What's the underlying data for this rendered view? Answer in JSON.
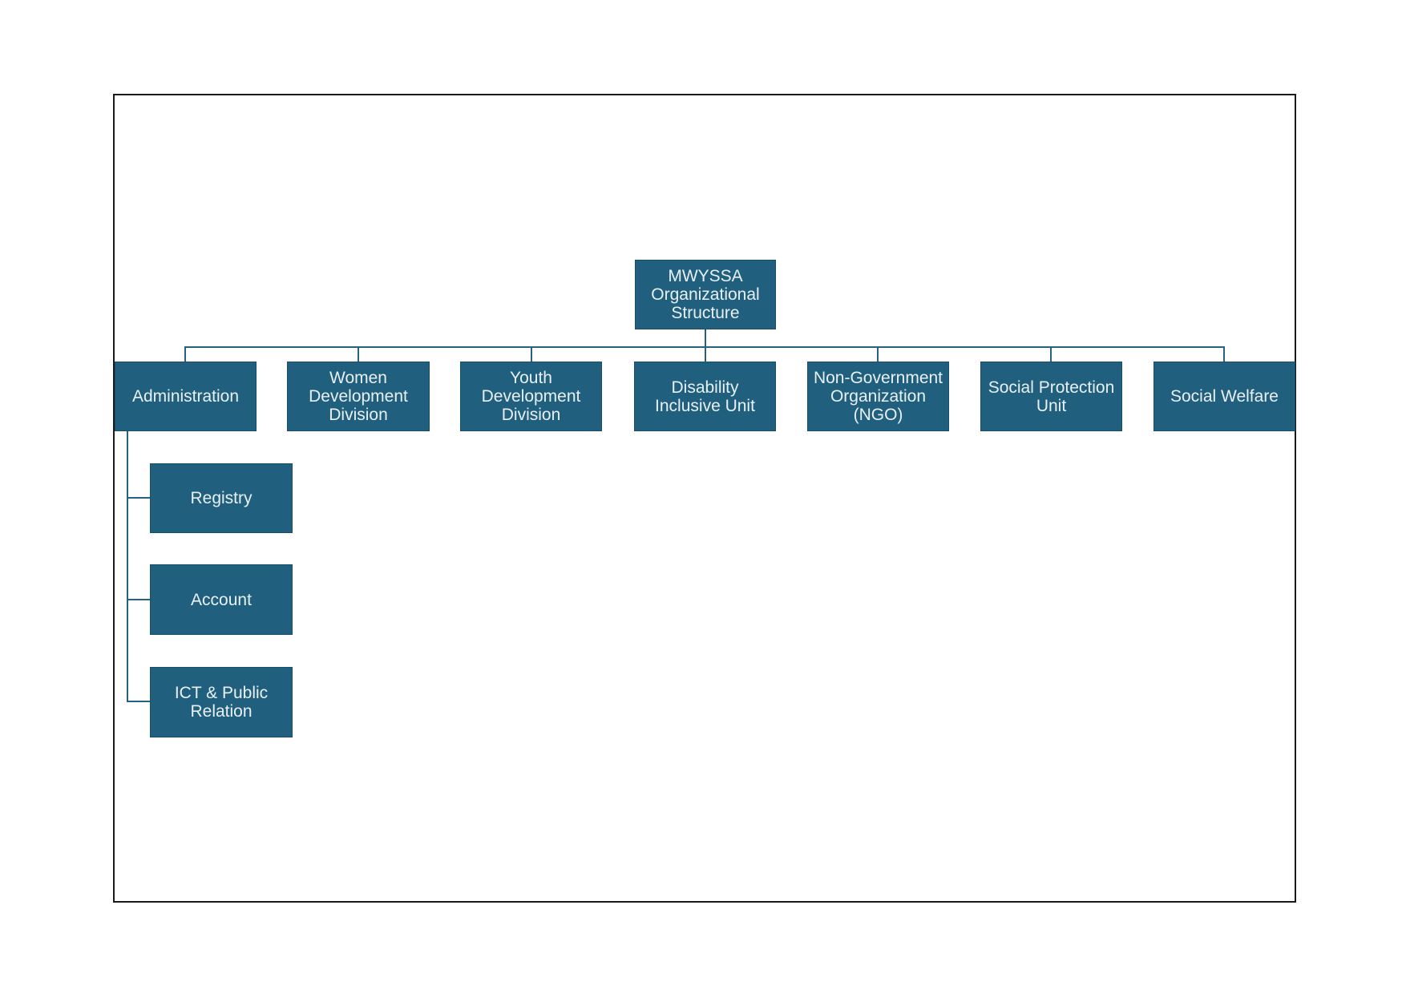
{
  "org_chart": {
    "root": {
      "label": "MWYSSA Organizational Structure"
    },
    "departments": [
      {
        "label": "Administration"
      },
      {
        "label": "Women Development Division"
      },
      {
        "label": "Youth Development Division"
      },
      {
        "label": "Disability Inclusive Unit"
      },
      {
        "label": "Non-Government Organization (NGO)"
      },
      {
        "label": "Social Protection Unit"
      },
      {
        "label": "Social Welfare"
      }
    ],
    "administration_children": [
      {
        "label": "Registry"
      },
      {
        "label": "Account"
      },
      {
        "label": "ICT & Public Relation"
      }
    ],
    "colors": {
      "node_fill": "#20607E",
      "node_border": "#174F68",
      "node_text": "#E8F0F5",
      "connector": "#26627F",
      "frame_border": "#1A1A1A",
      "background": "#FFFFFF"
    }
  }
}
